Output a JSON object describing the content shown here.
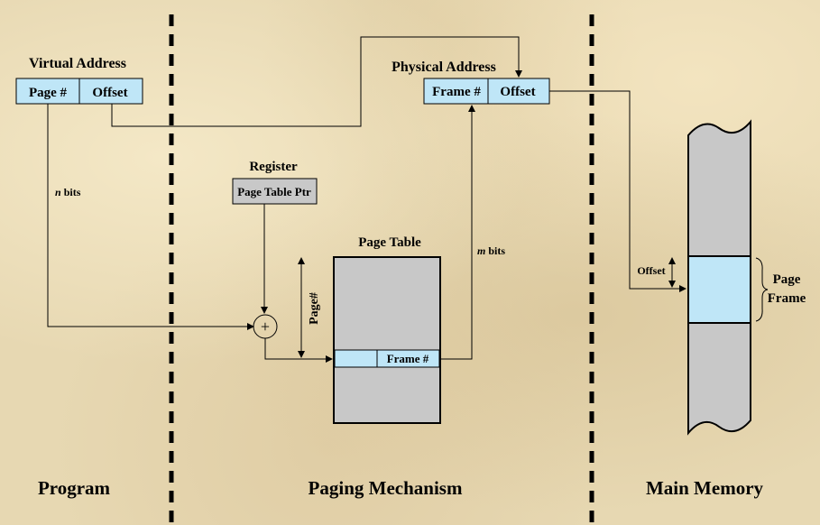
{
  "columns": {
    "program": "Program",
    "paging": "Paging Mechanism",
    "memory": "Main Memory"
  },
  "virtual_address": {
    "title": "Virtual Address",
    "page_field": "Page #",
    "offset_field": "Offset"
  },
  "physical_address": {
    "title": "Physical Address",
    "frame_field": "Frame #",
    "offset_field": "Offset"
  },
  "register": {
    "title": "Register",
    "value": "Page Table Ptr"
  },
  "page_table": {
    "title": "Page Table",
    "entry": "Frame #",
    "index_label": "Page#"
  },
  "adder_symbol": "+",
  "labels": {
    "n": "n",
    "m": "m",
    "bits": " bits",
    "offset": "Offset",
    "page_frame_line1": "Page",
    "page_frame_line2": "Frame"
  },
  "colors": {
    "field_fill": "#bfe6f7",
    "table_fill": "#c8c8c8",
    "register_fill": "#c8c8c8",
    "memory_fill": "#c8c8c8"
  }
}
